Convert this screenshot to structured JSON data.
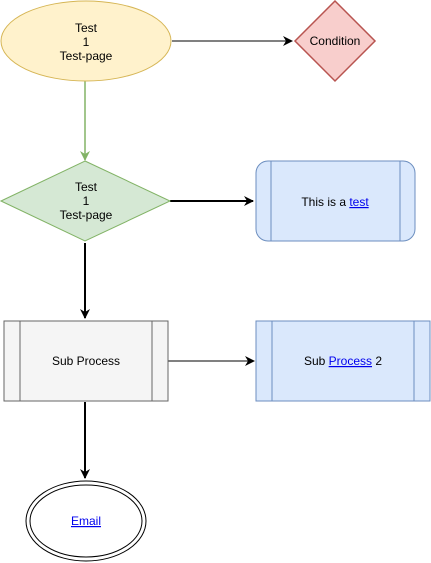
{
  "nodes": {
    "start": {
      "line1": "Test",
      "line2": "1",
      "line3": "Test-page",
      "fill": "#fff2cc",
      "stroke": "#d6b656"
    },
    "condition_top": {
      "label": "Condition",
      "fill": "#f8cecc",
      "stroke": "#b85450"
    },
    "decision": {
      "line1": "Test",
      "line2": "1",
      "line3": "Test-page",
      "fill": "#d5e8d4",
      "stroke": "#82b366"
    },
    "test_process": {
      "text": "This is a ",
      "link": "test",
      "fill": "#dae8fc",
      "stroke": "#6c8ebf"
    },
    "sub_process": {
      "label": "Sub Process",
      "fill": "#f5f5f5",
      "stroke": "#666666"
    },
    "sub_process_2": {
      "prefix": "Sub ",
      "link": "Process",
      "suffix": " 2",
      "fill": "#dae8fc",
      "stroke": "#6c8ebf"
    },
    "email": {
      "link": "Email",
      "fill": "#ffffff",
      "stroke": "#000000"
    }
  },
  "edges": {
    "start_to_condition": {
      "color": "#000000"
    },
    "start_to_decision": {
      "color": "#82b366"
    },
    "decision_to_test": {
      "color": "#000000"
    },
    "decision_to_sub": {
      "color": "#000000"
    },
    "sub_to_sub2": {
      "color": "#000000"
    },
    "sub_to_email": {
      "color": "#000000"
    }
  }
}
